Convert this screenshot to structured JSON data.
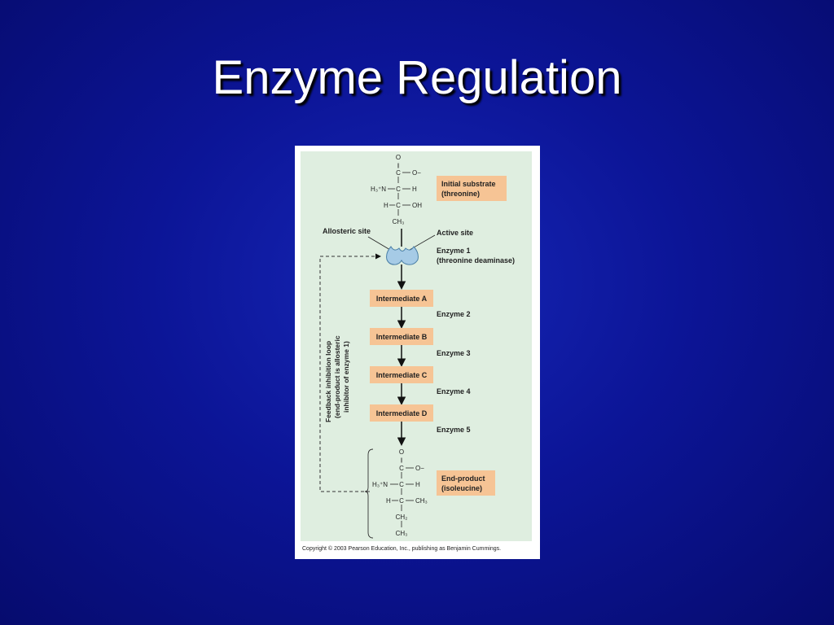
{
  "slide": {
    "title": "Enzyme Regulation",
    "background_color": "#0c1597"
  },
  "figure": {
    "panel_color": "#dfeee0",
    "box_color": "#f6c495",
    "enzyme_color": "#a6cbe6",
    "initial_structure": {
      "o": "O",
      "double_bond": "||",
      "c": "C",
      "o_minus": "O−",
      "h3n": "H₃⁺N",
      "h": "H",
      "oh": "OH",
      "ch3": "CH₃"
    },
    "initial_substrate_label": [
      "Initial substrate",
      "(threonine)"
    ],
    "allosteric_site_label": "Allosteric site",
    "active_site_label": "Active site",
    "enzyme1_label": [
      "Enzyme 1",
      "(threonine deaminase)"
    ],
    "intermediates": [
      "Intermediate A",
      "Intermediate B",
      "Intermediate C",
      "Intermediate D"
    ],
    "enzymes": [
      "Enzyme 2",
      "Enzyme 3",
      "Enzyme 4",
      "Enzyme 5"
    ],
    "feedback_label": [
      "Feedback inhibition loop",
      "(end-product is allosteric",
      "inhibitor of enzyme 1)"
    ],
    "end_structure": {
      "o": "O",
      "double_bond": "||",
      "c": "C",
      "o_minus": "O−",
      "h3n": "H₃⁺N",
      "h": "H",
      "ch3": "CH₃",
      "ch2": "CH₂"
    },
    "end_product_label": [
      "End-product",
      "(isoleucine)"
    ],
    "copyright": "Copyright © 2003 Pearson Education, Inc., publishing as Benjamin Cummings."
  }
}
